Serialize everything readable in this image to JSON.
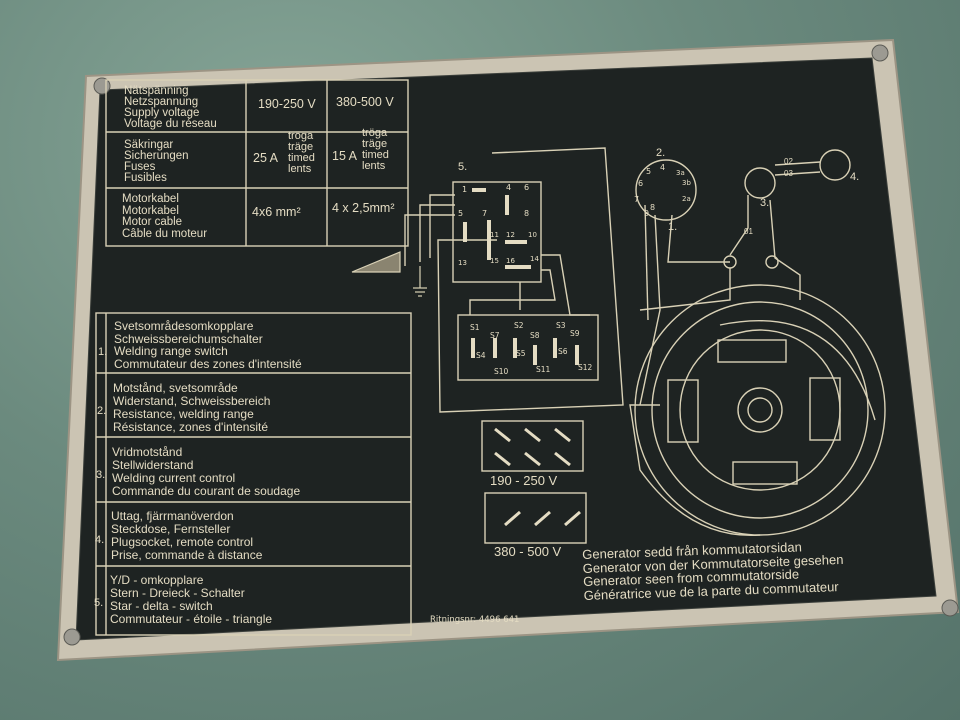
{
  "plate": {
    "table_top": {
      "rows": [
        {
          "labels": [
            "Nätspänning",
            "Netzspannung",
            "Supply voltage",
            "Voltage du réseau"
          ],
          "col1": [
            "190-250 V"
          ],
          "col2": [
            "380-500 V"
          ]
        },
        {
          "labels": [
            "Säkringar",
            "Sicherungen",
            "Fuses",
            "Fusibles"
          ],
          "col1_amp": "25 A",
          "col1_note": [
            "tröga",
            "träge",
            "timed",
            "lents"
          ],
          "col2_amp": "15 A",
          "col2_note": [
            "tröga",
            "träge",
            "timed",
            "lents"
          ]
        },
        {
          "labels": [
            "Motorkabel",
            "Motorkabel",
            "Motor cable",
            "Câble du moteur"
          ],
          "col1": [
            "4x6 mm²"
          ],
          "col2": [
            "4 x 2,5mm²"
          ]
        }
      ]
    },
    "legend": [
      {
        "num": "1.",
        "lines": [
          "Svetsområdesomkopplare",
          "Schweissbereichumschalter",
          "Welding range switch",
          "Commutateur des zones d'intensité"
        ]
      },
      {
        "num": "2.",
        "lines": [
          "Motstånd, svetsområde",
          "Widerstand, Schweissbereich",
          "Resistance, welding range",
          "Résistance, zones d'intensité"
        ]
      },
      {
        "num": "3.",
        "lines": [
          "Vridmotstånd",
          "Stellwiderstand",
          "Welding current control",
          "Commande du courant de soudage"
        ]
      },
      {
        "num": "4.",
        "lines": [
          "Uttag, fjärrmanöverdon",
          "Steckdose, Fernsteller",
          "Plugsocket, remote control",
          "Prise, commande à distance"
        ]
      },
      {
        "num": "5.",
        "lines": [
          "Y/D - omkopplare",
          "Stern - Dreieck - Schalter",
          "Star - delta - switch",
          "Commutateur - étoile - triangle"
        ]
      }
    ],
    "diagram": {
      "labels": {
        "d5": "5.",
        "d2": "2.",
        "d3": "3.",
        "d4": "4.",
        "d1": "1.",
        "o1": "01",
        "o2": "02",
        "o3": "03"
      },
      "switch_pins": [
        "1",
        "4",
        "6",
        "5",
        "7",
        "8",
        "11",
        "12",
        "10",
        "13",
        "15",
        "16",
        "14"
      ],
      "terminals": [
        "S1",
        "S7",
        "S2",
        "S8",
        "S3",
        "S9",
        "S4",
        "S5",
        "S6",
        "S10",
        "S11",
        "S12"
      ],
      "res_pins": [
        "7",
        "6",
        "5",
        "4",
        "3a",
        "3b",
        "2a",
        "8",
        "9"
      ],
      "voltage_a": "190 - 250 V",
      "voltage_b": "380 - 500 V"
    },
    "generator_caption": [
      "Generator sedd från kommutatorsidan",
      "Generator von der Kommutatorseite gesehen",
      "Generator seen from commutatorside",
      "Génératrice vue de la parte du commutateur"
    ],
    "drawing_no": "Ritningsnr: 4496 641"
  },
  "colors": {
    "plate_bg": "#1d2221",
    "engraving": "#e4dcc3",
    "frame": "#cfc8b8"
  }
}
